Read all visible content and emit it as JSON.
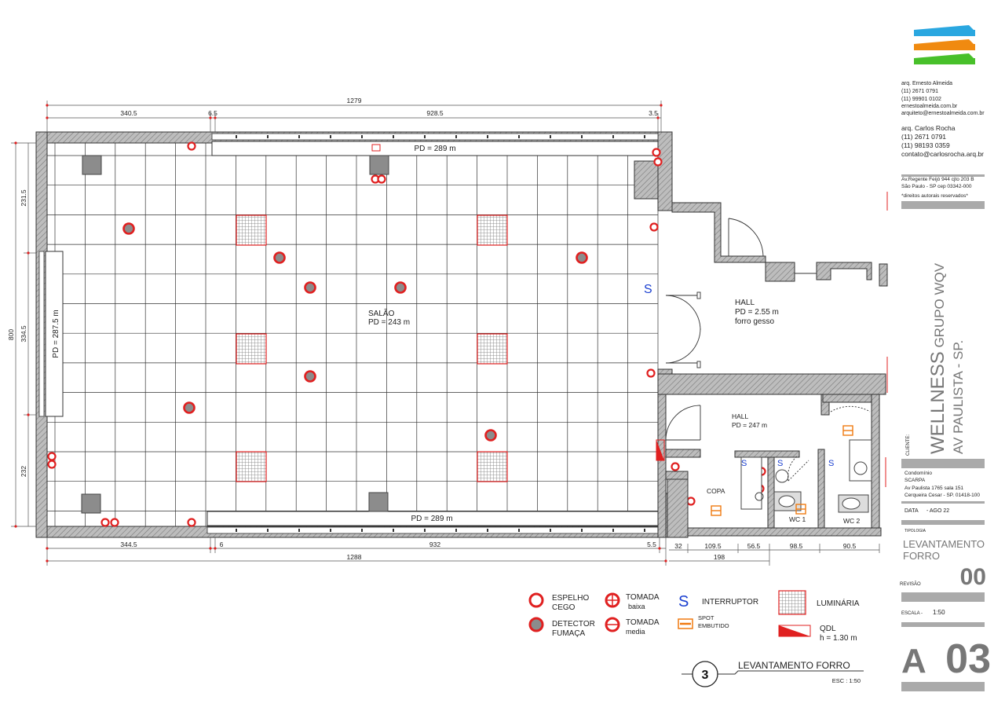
{
  "plan": {
    "dims_top": [
      "1279",
      "340.5",
      "6.5",
      "928.5",
      "3.5"
    ],
    "dims_bottom": [
      "344.5",
      "6",
      "932",
      "5.5",
      "1288"
    ],
    "dims_bottom_right": [
      "32",
      "109.5",
      "56.5",
      "98.5",
      "90.5",
      "198"
    ],
    "dims_left": [
      "231.5",
      "334.5",
      "232",
      "800"
    ],
    "rooms": {
      "salao_name": "SALÃO",
      "salao_pd": "PD = 243 m",
      "pd_top": "PD = 289 m",
      "pd_bottom": "PD = 289 m",
      "pd_left": "PD = 287.5 m",
      "hall1_name": "HALL",
      "hall1_pd": "PD = 2.55 m",
      "hall1_note": "forro gesso",
      "hall2_name": "HALL",
      "hall2_pd": "PD = 247 m",
      "copa": "COPA",
      "wc1": "WC 1",
      "wc2": "WC 2"
    },
    "switch_symbol": "S"
  },
  "legend": {
    "espelho": "ESPELHO",
    "espelho2": "CEGO",
    "detector": "DETECTOR",
    "detector2": "FUMAÇA",
    "tomada_baixa": "TOMADA",
    "tomada_baixa2": "baixa",
    "tomada_media": "TOMADA",
    "tomada_media2": "media",
    "interruptor_symbol": "S",
    "interruptor": "INTERRUPTOR",
    "spot": "SPOT",
    "spot2": "EMBUTIDO",
    "luminaria": "LUMINÁRIA",
    "qdl": "QDL",
    "qdl2": "h = 1.30 m"
  },
  "drawing_title": {
    "number": "3",
    "title": "LEVANTAMENTO FORRO",
    "scale": "ESC : 1:50"
  },
  "title_block": {
    "arch1": [
      "arq. Ernesto Almeida",
      "(11)   2671 0791",
      "(11) 99901 0102",
      "ernestoalmeida.com.br",
      "arquiteto@ernestoalmeida.com.br"
    ],
    "arch2": [
      "arq. Carlos Rocha",
      "(11)    2671 0791",
      "(11) 98193 0359",
      "contato@carlosrocha.arq.br"
    ],
    "address": [
      "Av.Regente Feijó 944 cjto 203 B",
      "São Paulo - SP   cep 03342-000",
      "*direitos autorais reservados*"
    ],
    "client_label": "CLIENTE:",
    "client_line1a": "WELLNESS",
    "client_line1b": " GRUPO WQV",
    "client_line2": "AV PAULISTA - SP.",
    "site": [
      "Condomínio",
      "SCARPA",
      "Av Paulista 1765 sala 151",
      "Cerqueira Cesar - SP. 01418-100"
    ],
    "data_label": "DATA",
    "data_value": "-   AGO 22",
    "tipologia_label": "TIPOLOGIA",
    "tipologia_line1": "LEVANTAMENTO",
    "tipologia_line2": "FORRO",
    "revisao_label": "REVISÃO",
    "revisao_value": "00",
    "escala_label": "ESCALA -",
    "escala_value": "1:50",
    "sheet_letter": "A",
    "sheet_number": "03"
  },
  "colors": {
    "symbol_red": "#e02020",
    "switch_blue": "#1a3fd0",
    "spot_orange": "#f07a10",
    "wall_gray": "#9a9a9a",
    "logo_blue": "#2aa7e0",
    "logo_orange": "#f08a10",
    "logo_green": "#48c02a"
  }
}
